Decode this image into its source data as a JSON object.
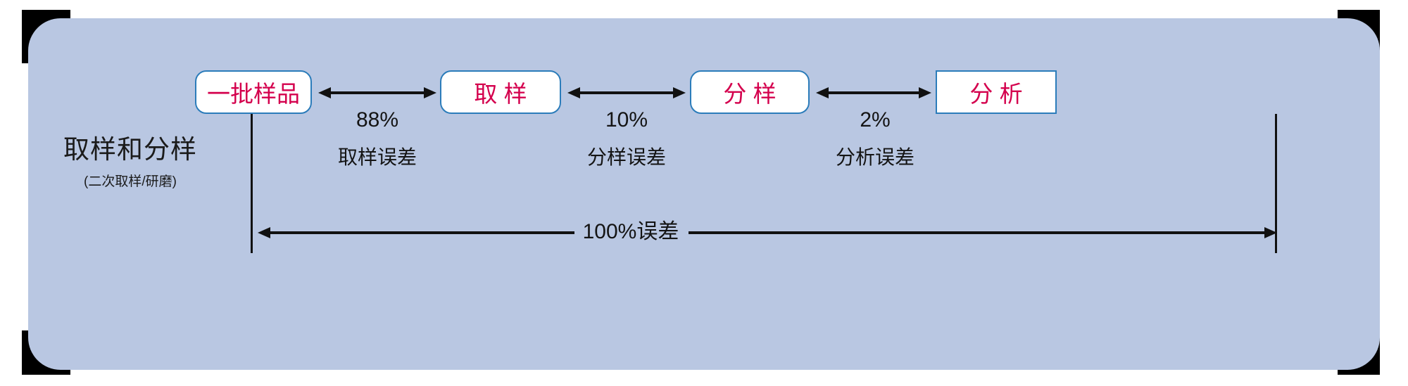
{
  "panel": {
    "background_color": "#b9c7e2",
    "outer_color": "#000000"
  },
  "title": {
    "main": "取样和分样",
    "sub": "(二次取样/研磨)"
  },
  "style": {
    "box_border_color": "#2b7cba",
    "box_text_color": "#d4004d",
    "box_fill_color": "#ffffff",
    "line_color": "#111111"
  },
  "nodes": [
    {
      "label": "一批样品",
      "shape": "rounded"
    },
    {
      "label": "取 样",
      "shape": "rounded"
    },
    {
      "label": "分 样",
      "shape": "rounded"
    },
    {
      "label": "分 析",
      "shape": "square"
    }
  ],
  "connectors": [
    {
      "percent": "88%",
      "error_label": "取样误差",
      "arrow": "double-headed"
    },
    {
      "percent": "10%",
      "error_label": "分样误差",
      "arrow": "double-headed"
    },
    {
      "percent": "2%",
      "error_label": "分析误差",
      "arrow": "double-headed"
    }
  ],
  "total": {
    "label": "100%误差",
    "arrow": "double-headed",
    "spans_from": "一批样品",
    "spans_to": "分 析"
  }
}
